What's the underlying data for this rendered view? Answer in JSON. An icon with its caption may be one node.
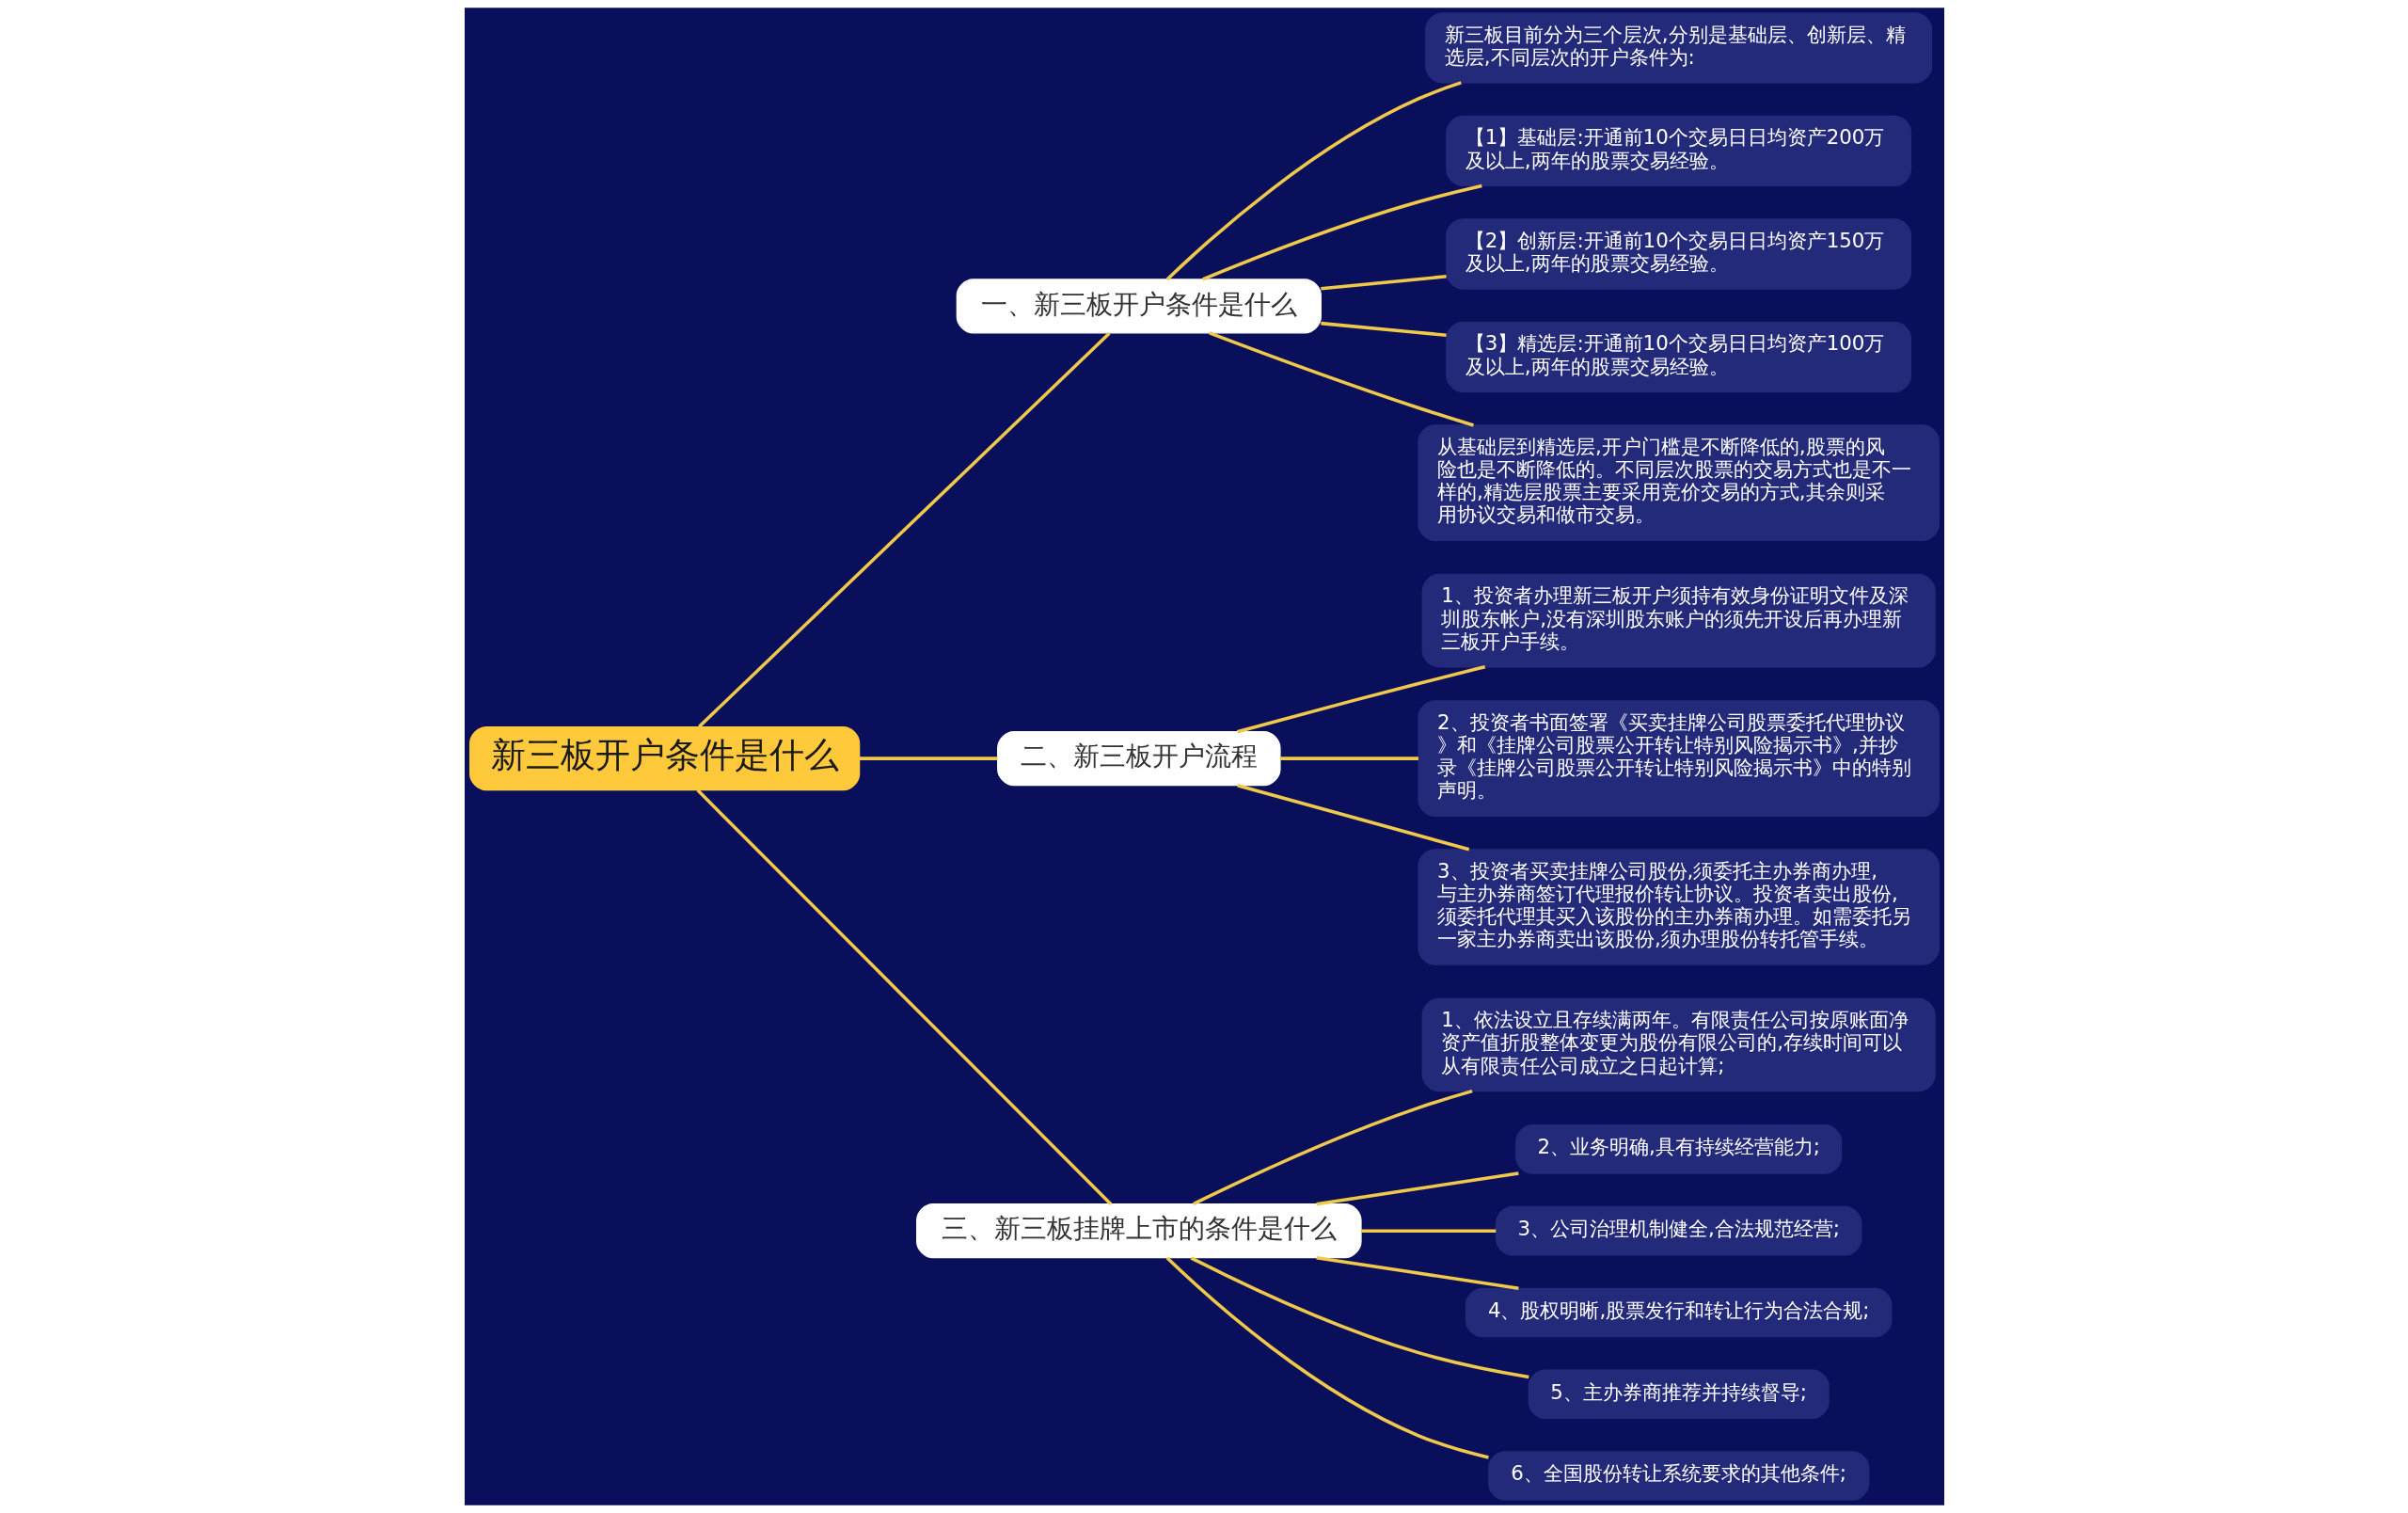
{
  "diagram": {
    "nodes": [
      {
        "text": [
          "新三板开户条件是什么"
        ]
      },
      {
        "text": [
          "一、新三板开户条件是什么"
        ]
      },
      {
        "text": [
          "新三板目前分为三个层次,分别是基础层、创新层、精选层,不同层次的开户条件为:"
        ]
      },
      {
        "text": [
          "【1】基础层:开通前10个交易日日均资产200万及以上,两年的股票交易经验。"
        ]
      },
      {
        "text": [
          "【2】创新层:开通前10个交易日日均资产150万及以上,两年的股票交易经验。"
        ]
      },
      {
        "text": [
          "【3】精选层:开通前10个交易日日均资产100万及以上,两年的股票交易经验。"
        ]
      },
      {
        "text": [
          "从基础层到精选层,开户门槛是不断降低的,股票的风险也是不断降低的。不同层次股票的交易方式也是不一样的,精选层股票主要采用竞价交易的方式,其余则采用协议交易和做市交易。"
        ]
      },
      {
        "text": [
          "二、新三板开户流程"
        ]
      },
      {
        "text": [
          "1、投资者办理新三板开户须持有效身份证明文件及深圳股东帐户,没有深圳股东账户的须先开设后再办理新三板开户手续。"
        ]
      },
      {
        "text": [
          "2、投资者书面签署《买卖挂牌公司股票委托代理协议》和《挂牌公司股票公开转让特别风险揭示书》,并抄录《挂牌公司股票公开转让特别风险揭示书》中的特别声明。"
        ]
      },
      {
        "text": [
          "3、投资者买卖挂牌公司股份,须委托主办券商办理,与主办券商签订代理报价转让协议。投资者卖出股份,须委托代理其买入该股份的主办券商办理。如需委托另一家主办券商卖出该股份,须办理股份转托管手续。"
        ]
      },
      {
        "text": [
          "三、新三板挂牌上市的条件是什么"
        ]
      },
      {
        "text": [
          "1、依法设立且存续满两年。有限责任公司按原账面净资产值折股整体变更为股份有限公司的,存续时间可以从有限责任公司成立之日起计算;"
        ]
      },
      {
        "text": [
          "2、业务明确,具有持续经营能力;"
        ]
      },
      {
        "text": [
          "3、公司治理机制健全,合法规范经营;"
        ]
      },
      {
        "text": [
          "4、股权明晰,股票发行和转让行为合法合规;"
        ]
      },
      {
        "text": [
          "5、主办券商推荐并持续督导;"
        ]
      },
      {
        "text": [
          "6、全国股份转让系统要求的其他条件;"
        ]
      }
    ],
    "edges": [
      {
        "from": 0,
        "to": 1,
        "arrow": "none"
      },
      {
        "from": 1,
        "to": 2,
        "arrow": "none"
      },
      {
        "from": 1,
        "to": 3,
        "arrow": "none"
      },
      {
        "from": 1,
        "to": 4,
        "arrow": "none"
      },
      {
        "from": 1,
        "to": 5,
        "arrow": "none"
      },
      {
        "from": 1,
        "to": 6,
        "arrow": "none"
      },
      {
        "from": 0,
        "to": 7,
        "arrow": "none"
      },
      {
        "from": 7,
        "to": 8,
        "arrow": "none"
      },
      {
        "from": 7,
        "to": 9,
        "arrow": "none"
      },
      {
        "from": 7,
        "to": 10,
        "arrow": "none"
      },
      {
        "from": 0,
        "to": 11,
        "arrow": "none"
      },
      {
        "from": 11,
        "to": 12,
        "arrow": "none"
      },
      {
        "from": 11,
        "to": 13,
        "arrow": "none"
      },
      {
        "from": 11,
        "to": 14,
        "arrow": "none"
      },
      {
        "from": 11,
        "to": 15,
        "arrow": "none"
      },
      {
        "from": 11,
        "to": 16,
        "arrow": "none"
      },
      {
        "from": 11,
        "to": 17,
        "arrow": "none"
      }
    ]
  }
}
